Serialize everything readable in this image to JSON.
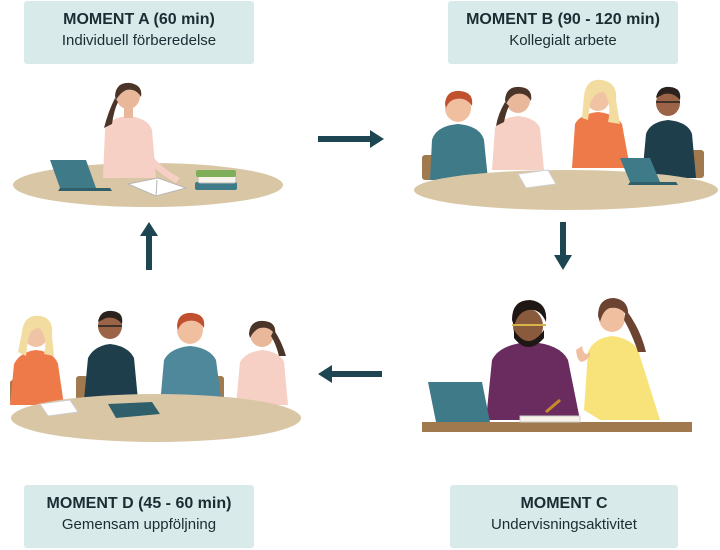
{
  "moments": {
    "a": {
      "title": "MOMENT A (60 min)",
      "subtitle": "Individuell förberedelse"
    },
    "b": {
      "title": "MOMENT B (90 - 120 min)",
      "subtitle": "Kollegialt arbete"
    },
    "c": {
      "title": "MOMENT C",
      "subtitle": "Undervisningsaktivitet"
    },
    "d": {
      "title": "MOMENT D (45 - 60 min)",
      "subtitle": "Gemensam uppföljning"
    }
  },
  "colors": {
    "box_bg": "#d8ebea",
    "arrow": "#1d4552",
    "table": "#d9c6a5",
    "laptop": "#3f7a88"
  }
}
